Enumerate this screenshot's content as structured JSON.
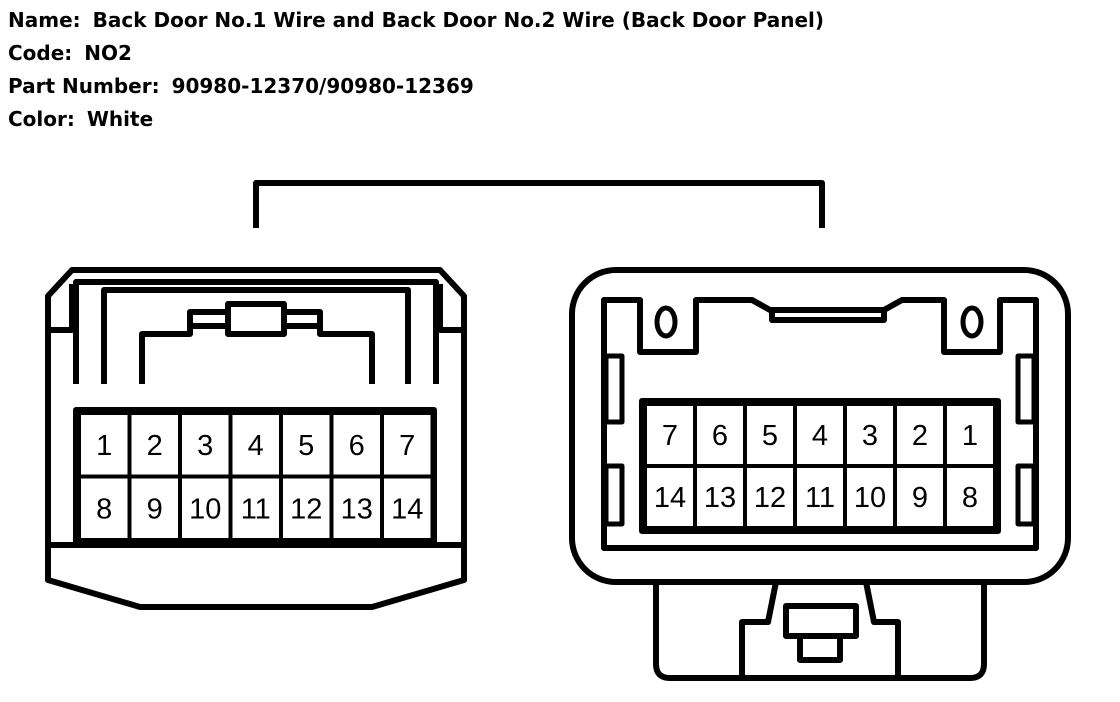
{
  "info": {
    "name_label": "Name:",
    "name_value": "Back Door No.1 Wire and Back Door No.2 Wire (Back Door Panel)",
    "code_label": "Code:",
    "code_value": "NO2",
    "part_label": "Part Number:",
    "part_value": "90980-12370/90980-12369",
    "color_label": "Color:",
    "color_value": "White"
  },
  "left_connector": {
    "row1": [
      "1",
      "2",
      "3",
      "4",
      "5",
      "6",
      "7"
    ],
    "row2": [
      "8",
      "9",
      "10",
      "11",
      "12",
      "13",
      "14"
    ]
  },
  "right_connector": {
    "row1": [
      "7",
      "6",
      "5",
      "4",
      "3",
      "2",
      "1"
    ],
    "row2": [
      "14",
      "13",
      "12",
      "11",
      "10",
      "9",
      "8"
    ]
  },
  "colors": {
    "line": "#000000",
    "background": "#ffffff"
  }
}
